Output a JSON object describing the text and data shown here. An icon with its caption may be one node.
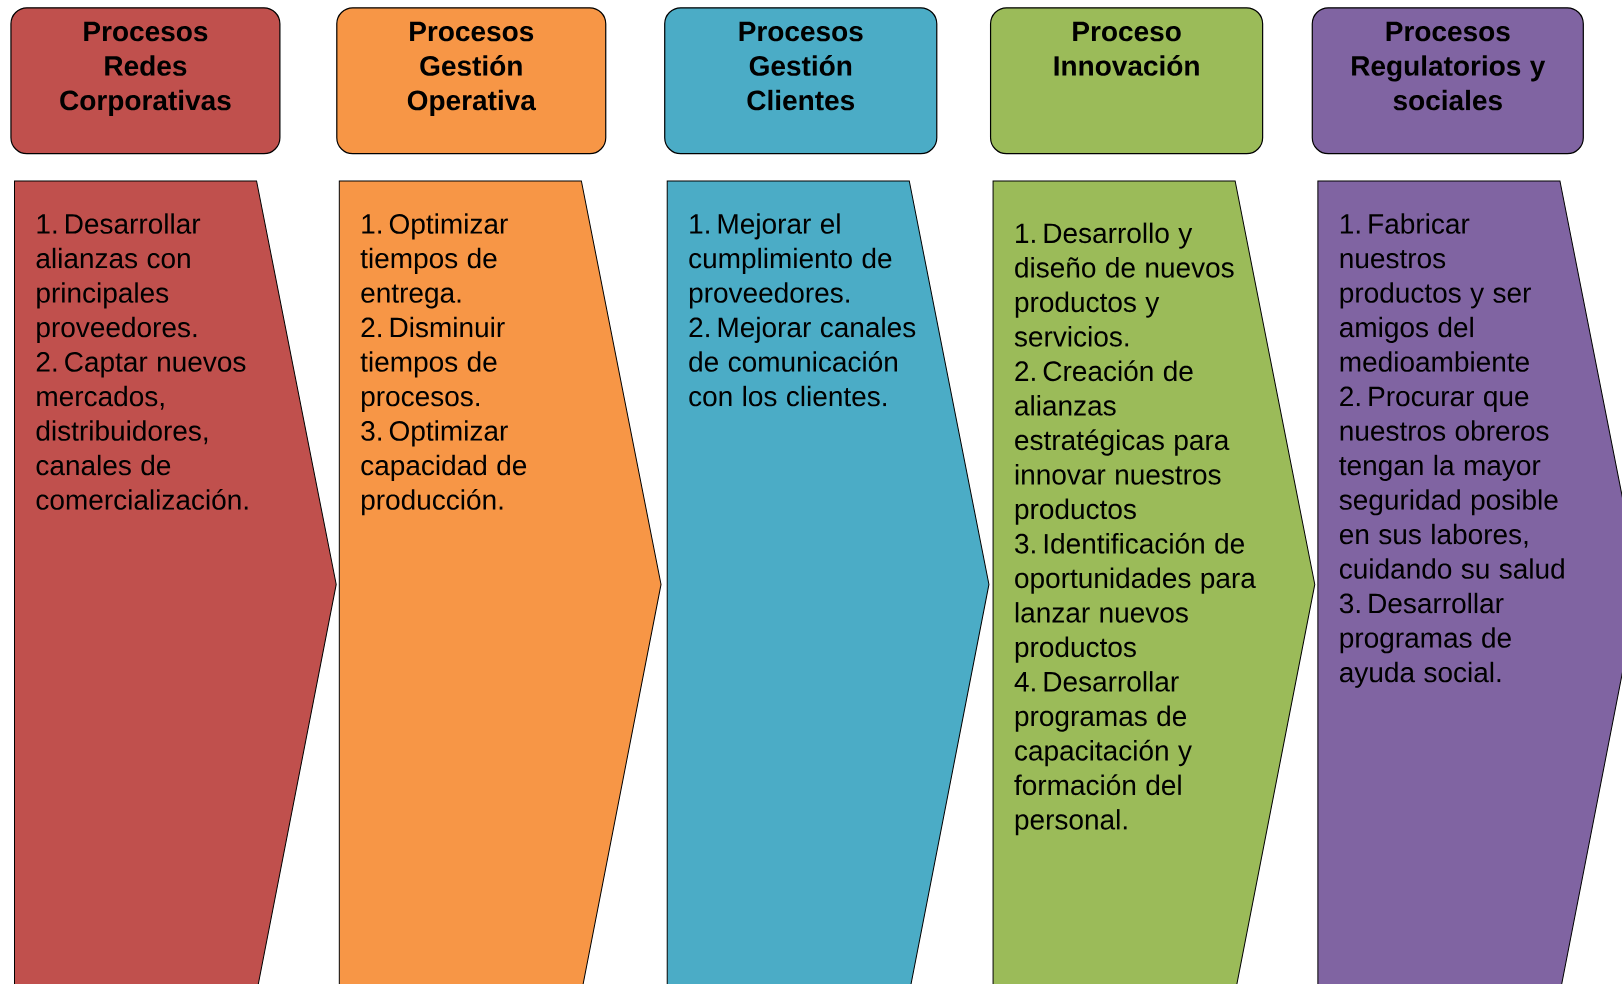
{
  "diagram": {
    "nodes": [
      {
        "text": [
          "Procesos Redes Corporativas"
        ]
      },
      {
        "text": [
          "Procesos Gestión Operativa"
        ]
      },
      {
        "text": [
          "Procesos Gestión Clientes"
        ]
      },
      {
        "text": [
          "Proceso Innovación"
        ]
      },
      {
        "text": [
          "Procesos Regulatorios y sociales"
        ]
      },
      {
        "text": [
          "1. Desarrollar alianzas con principales proveedores.",
          "2. Captar nuevos mercados, distribuidores, canales de comercialización."
        ]
      },
      {
        "text": [
          "1. Optimizar tiempos de entrega.",
          "2. Disminuir tiempos de procesos.",
          "3. Optimizar capacidad de producción."
        ]
      },
      {
        "text": [
          "1. Mejorar el cumplimiento de proveedores.",
          "2. Mejorar canales de comunicación con los clientes."
        ]
      },
      {
        "text": [
          "1. Desarrollo y diseño de nuevos productos y servicios.",
          "2. Creación de alianzas estratégicas para innovar nuestros productos",
          "3. Identificación de oportunidades para lanzar nuevos productos",
          "4. Desarrollar programas de capacitación y formación del personal."
        ]
      },
      {
        "text": [
          "1. Fabricar nuestros productos y ser amigos del medioambiente",
          "2. Procurar que nuestros obreros tengan la mayor seguridad posible en sus labores, cuidando su salud",
          "3. Desarrollar programas  de ayuda social."
        ]
      }
    ]
  }
}
